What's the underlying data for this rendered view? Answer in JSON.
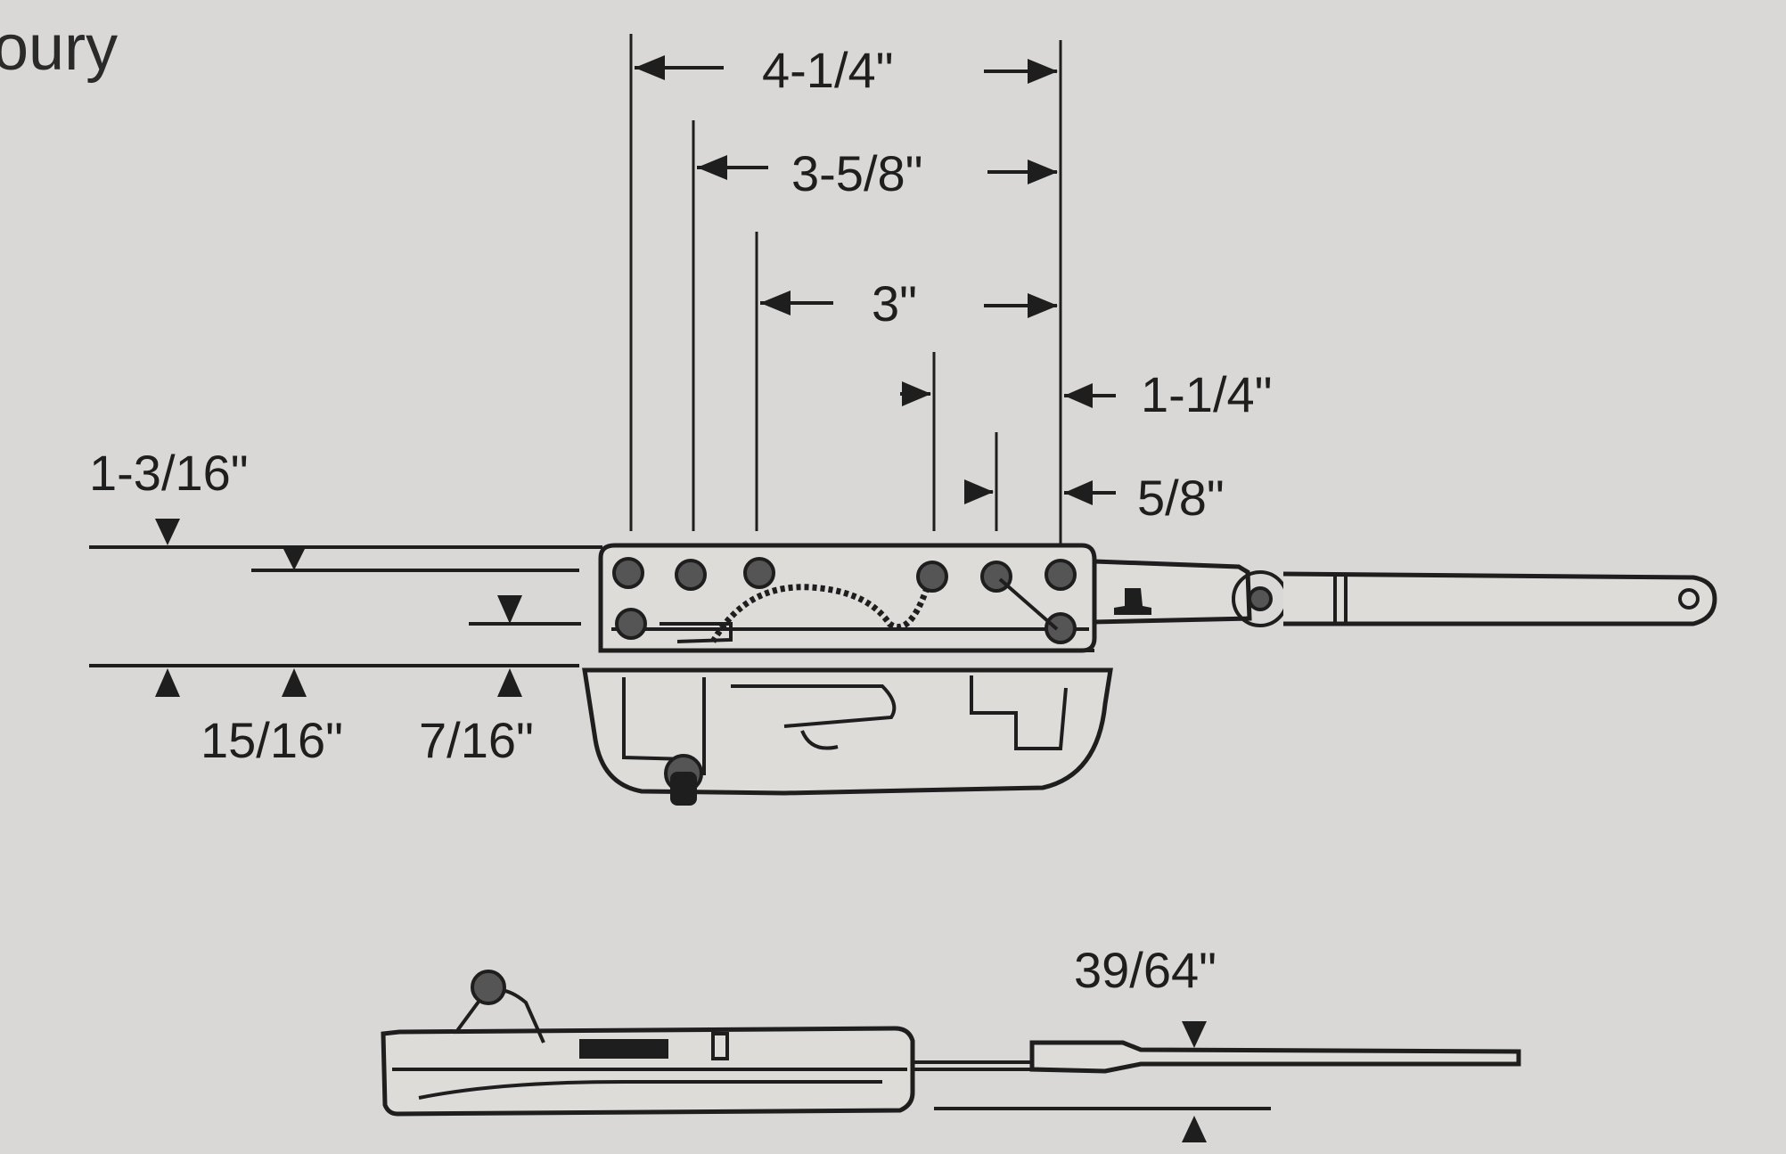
{
  "brand_fragment": "oury",
  "dimensions": {
    "width_overall": "4-1/4\"",
    "width_second": "3-5/8\"",
    "width_third": "3\"",
    "offset_large": "1-1/4\"",
    "offset_small": "5/8\"",
    "height_top": "1-3/16\"",
    "height_mid": "15/16\"",
    "height_small": "7/16\"",
    "arm_thickness": "39/64\""
  },
  "colors": {
    "paper": "#d9d8d6",
    "ink": "#1e1e1e"
  }
}
